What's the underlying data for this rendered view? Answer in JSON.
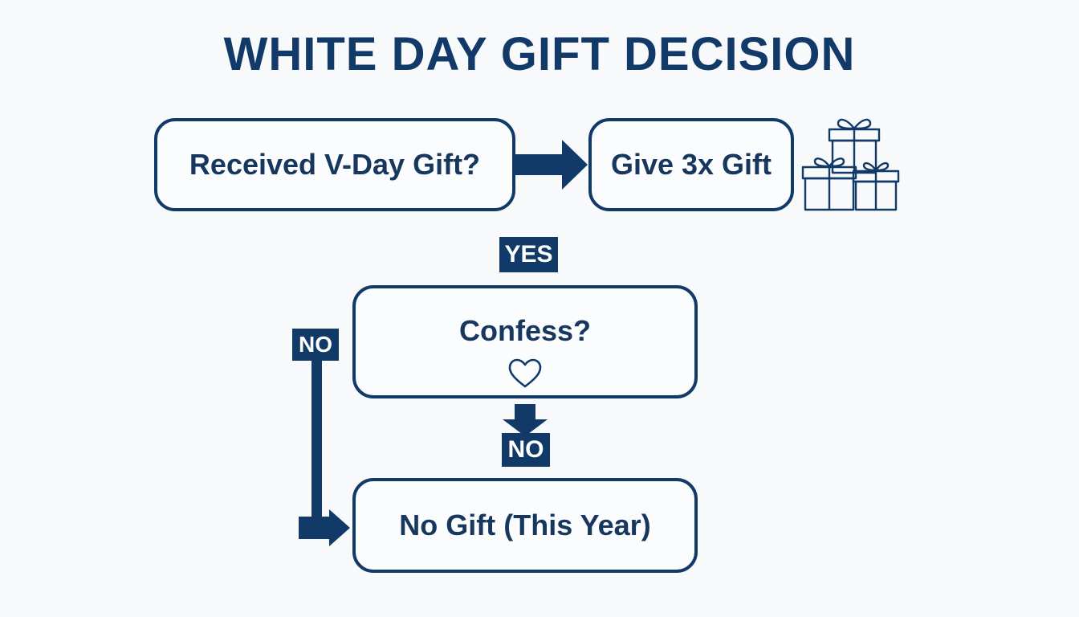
{
  "title": "WHITE DAY GIFT DECISION",
  "nodes": {
    "received": "Received V-Day Gift?",
    "give": "Give 3x Gift",
    "confess": "Confess?",
    "no_gift": "No Gift (This Year)"
  },
  "edge_labels": {
    "yes": "YES",
    "no_left": "NO",
    "no_mid": "NO"
  },
  "icons": {
    "gifts": "gift-stack-icon",
    "heart": "heart-outline-icon"
  },
  "colors": {
    "primary": "#123a69",
    "background": "#f7f9fa"
  }
}
